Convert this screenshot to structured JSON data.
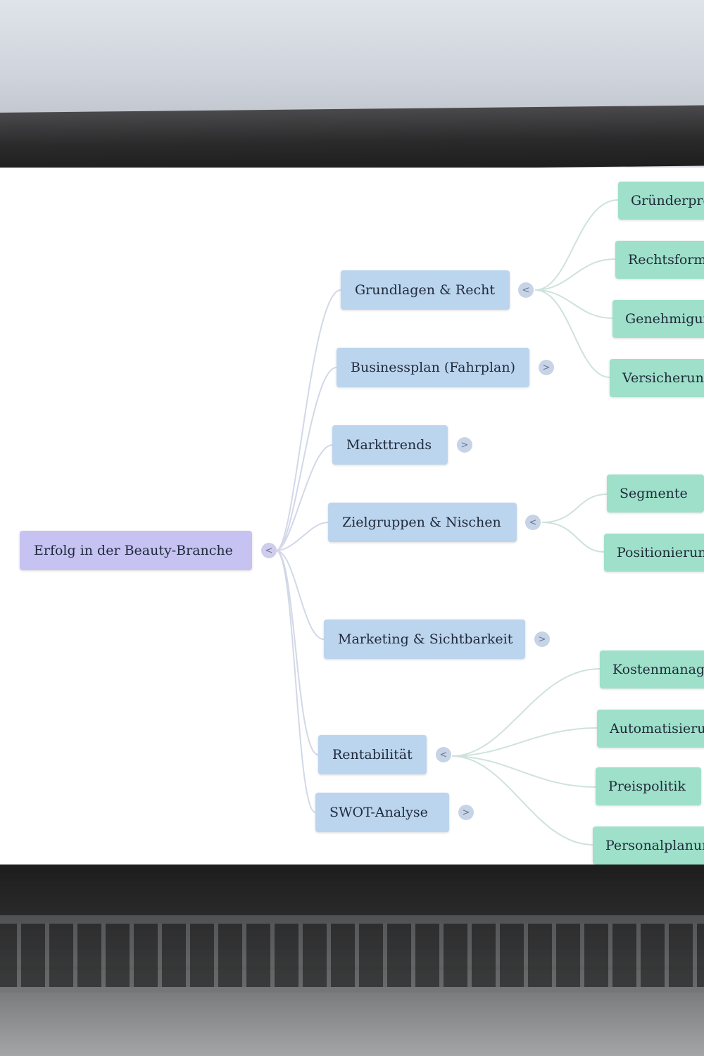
{
  "mindmap": {
    "root": {
      "label": "Erfolg in der Beauty-Branche",
      "toggle": "<"
    },
    "branches": [
      {
        "label": "Grundlagen & Recht",
        "toggle": "<",
        "children": [
          "Gründerpro",
          "Rechtsform",
          "Genehmigun",
          "Versicherung"
        ]
      },
      {
        "label": "Businessplan (Fahrplan)",
        "toggle": ">",
        "children": []
      },
      {
        "label": "Markttrends",
        "toggle": ">",
        "children": []
      },
      {
        "label": "Zielgruppen & Nischen",
        "toggle": "<",
        "children": [
          "Segmente",
          "Positionierung"
        ]
      },
      {
        "label": "Marketing & Sichtbarkeit",
        "toggle": ">",
        "children": []
      },
      {
        "label": "Rentabilität",
        "toggle": "<",
        "children": [
          "Kostenmanage",
          "Automatisierun",
          "Preispolitik",
          "Personalplanun"
        ]
      },
      {
        "label": "SWOT-Analyse",
        "toggle": ">",
        "children": []
      }
    ]
  },
  "colors": {
    "root": "#c6c2f2",
    "branch": "#bcd5ee",
    "leaf": "#9ee0c9",
    "link": "#cfd6e6"
  }
}
